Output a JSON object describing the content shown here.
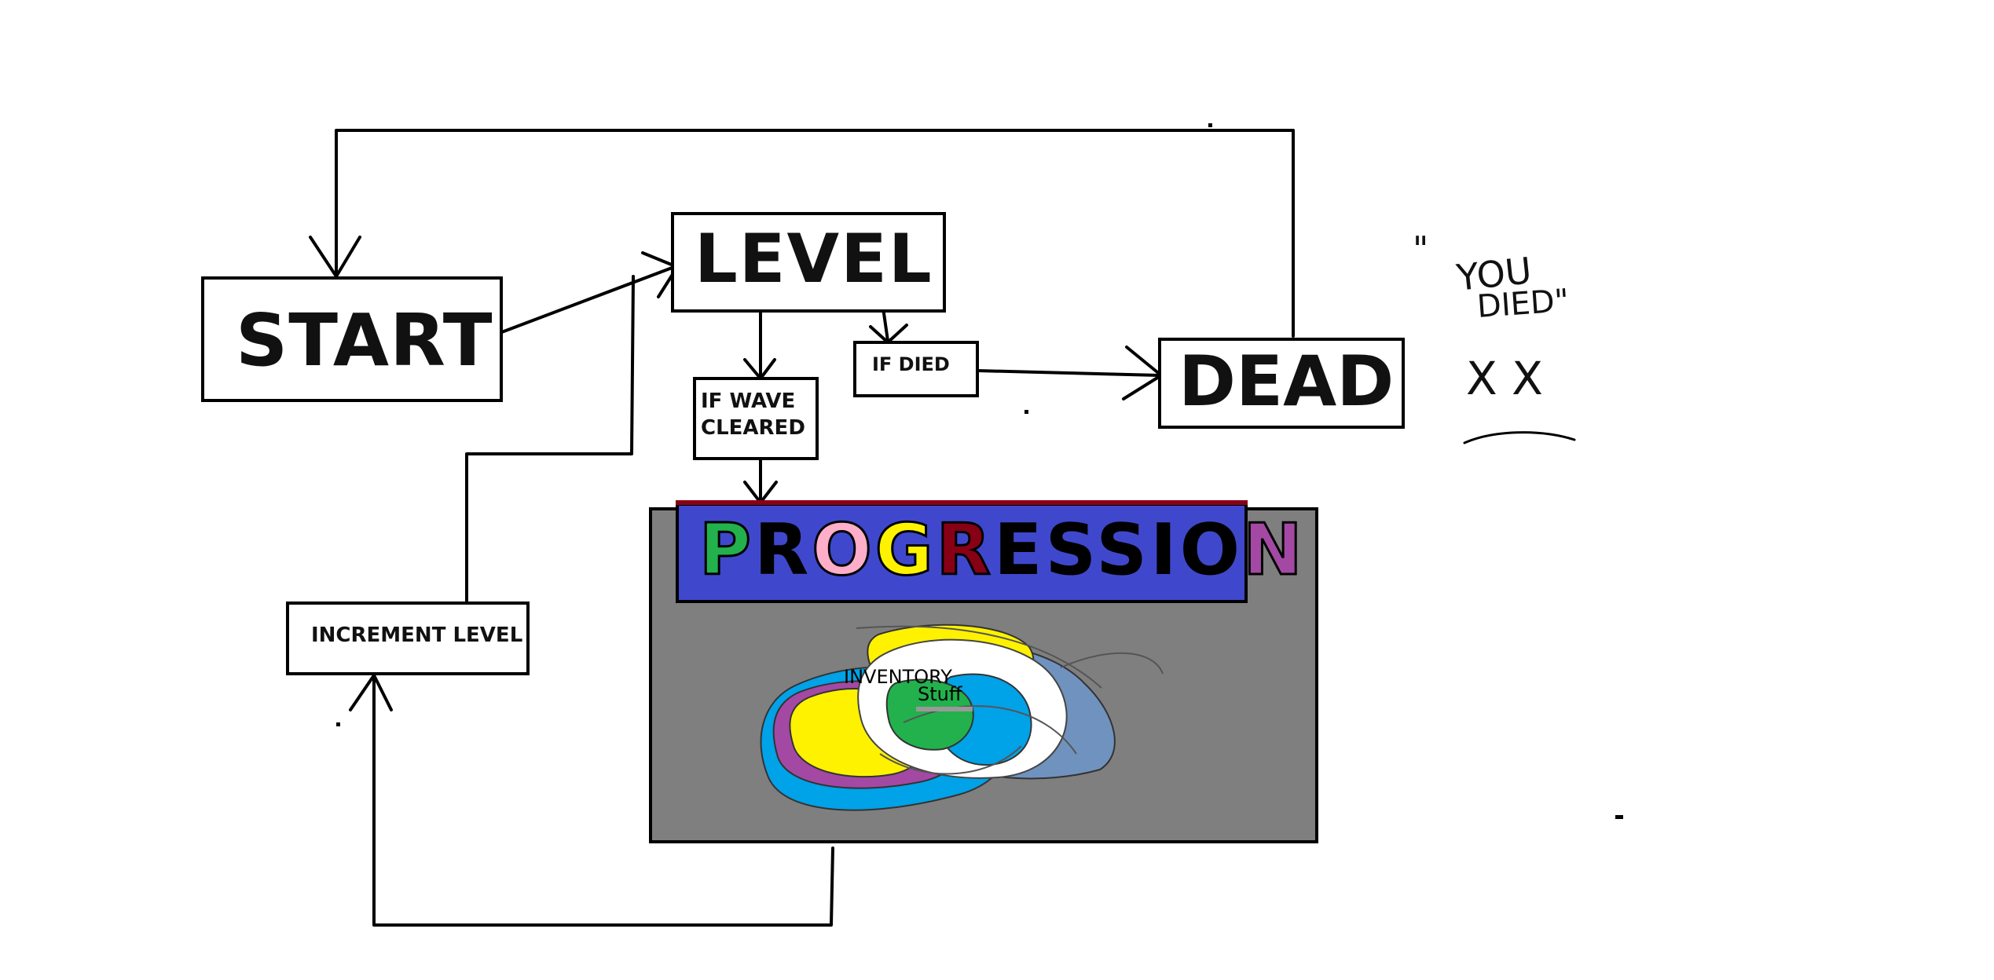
{
  "nodes": {
    "start": "START",
    "level": "LEVEL",
    "if_died": "IF DIED",
    "if_wave_cleared_line1": "IF WAVE",
    "if_wave_cleared_line2": "CLEARED",
    "dead": "DEAD",
    "progression": "PROGRESSION",
    "increment_level": "INCREMENT LEVEL",
    "inventory": "INVENTORY",
    "stuff": "Stuff"
  },
  "handwriting": {
    "quote_open": "\"",
    "you": "YOU",
    "died": "DIED\"",
    "eyes": "X  X"
  },
  "colors": {
    "progression_bar": "#3f48cc",
    "progression_panel": "#7f7f7f",
    "progression_top_line": "#880015",
    "letter_green": "#22b14c",
    "letter_pink": "#ffaec9",
    "letter_yellow": "#fff200",
    "letter_red": "#880015",
    "letter_purple": "#a349a4",
    "blob_yellow": "#fff200",
    "blob_purple": "#a349a4",
    "blob_blue": "#00a2e8",
    "blob_green": "#22b14c",
    "blob_steel": "#7092be"
  }
}
